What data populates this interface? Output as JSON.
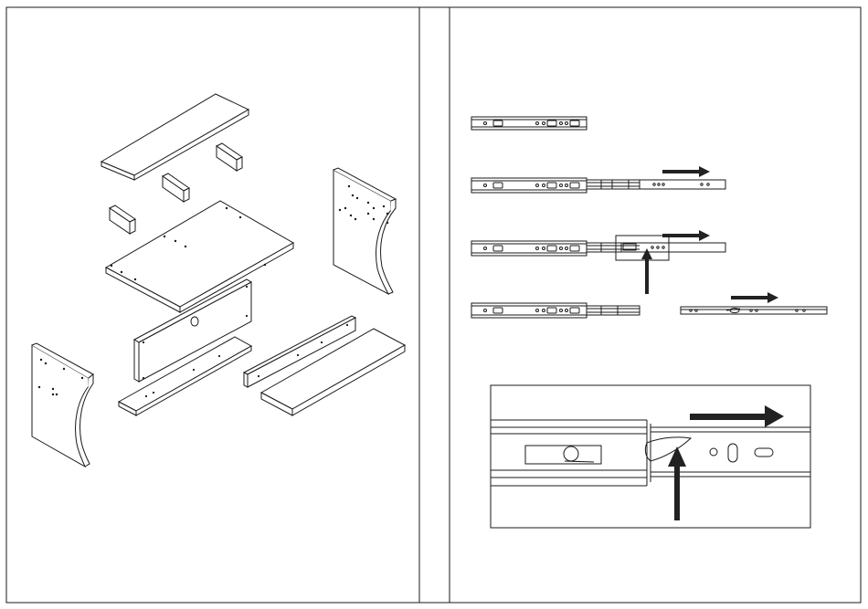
{
  "page": {
    "background": "#ffffff",
    "ink": "#1a1a1a",
    "arrow_color": "#222222"
  },
  "left_panel": {
    "content": "exploded-view-of-desk-parts",
    "parts": [
      "top-panel",
      "block-1",
      "block-2",
      "block-3",
      "mid-panel",
      "right-side-panel",
      "left-side-panel",
      "back-panel",
      "bottom-shelf",
      "rail",
      "shelf"
    ]
  },
  "right_panel": {
    "content": "drawer-slide-release-steps",
    "steps": [
      {
        "state": "closed",
        "arrow": false
      },
      {
        "state": "extended",
        "arrow": "right"
      },
      {
        "state": "release-lever-pressed",
        "arrow": "right",
        "lever_arrow": "up"
      },
      {
        "state": "inner-member-removed",
        "arrow": "right"
      }
    ],
    "detail": {
      "content": "zoom-of-release-lever",
      "arrows": [
        "right",
        "up"
      ]
    }
  }
}
